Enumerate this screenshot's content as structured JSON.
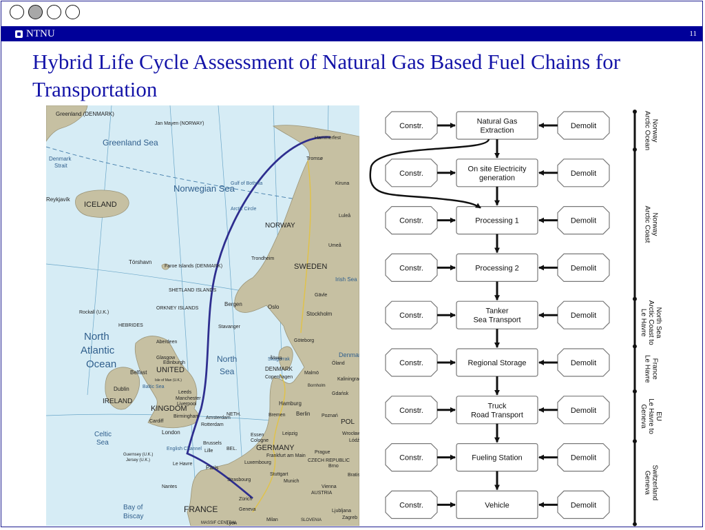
{
  "header": {
    "org": "NTNU",
    "page_number": "11",
    "title": "Hybrid Life Cycle Assessment of Natural Gas Based Fuel Chains for Transportation"
  },
  "nav": {
    "dots": 4,
    "active_dot": 1
  },
  "colors": {
    "brand": "#000099",
    "title": "#1414a8",
    "route": "#2e2e8f",
    "sea": "#d6ecf5",
    "land": "#c6c0a2"
  },
  "map": {
    "seas": [
      "Greenland Sea",
      "Norwegian Sea",
      "North Atlantic Ocean",
      "North Sea",
      "Celtic Sea",
      "Bay of Biscay",
      "Denmark Strait",
      "Baltic Sea",
      "Irish Sea",
      "Gulf of Bothnia"
    ],
    "places": [
      "Greenland (DENMARK)",
      "Jan Mayen (NORWAY)",
      "Reykjavík",
      "ICELAND",
      "Tórshavn",
      "Faroe Islands (DENMARK)",
      "SHETLAND ISLANDS",
      "ORKNEY ISLANDS",
      "HEBRIDES",
      "Rockall (U.K.)",
      "Hammerfest",
      "Tromsø",
      "Kiruna",
      "Luleå",
      "NORWAY",
      "Umeå",
      "Trondheim",
      "SWEDEN",
      "Gävle",
      "Bergen",
      "Oslo",
      "Stockholm",
      "Stavanger",
      "Göteborg",
      "Aberdeen",
      "Glasgow",
      "Edinburgh",
      "UNITED KINGDOM",
      "Belfast",
      "Dublin",
      "IRELAND",
      "Leeds",
      "Manchester",
      "Liverpool",
      "Birmingham",
      "Cardiff",
      "London",
      "DENMARK",
      "Copenhagen",
      "Malmö",
      "Hamburg",
      "Bremen",
      "Berlin",
      "Amsterdam",
      "Rotterdam",
      "Brussels",
      "Lille",
      "Essen",
      "Cologne",
      "Leipzig",
      "GERMANY",
      "Frankfurt am Main",
      "Prague",
      "Luxembourg",
      "Paris",
      "Le Havre",
      "Strasbourg",
      "Stuttgart",
      "Munich",
      "Vienna",
      "Nantes",
      "FRANCE",
      "Zürich",
      "Geneva",
      "Lyon",
      "Gdańsk",
      "Kaliningrad",
      "Poznań",
      "POLAND",
      "Wrocław",
      "Bornholm",
      "Öland",
      "Guernsey (U.K.)",
      "Jersey (U.K.)",
      "Isle of Man (U.K.)",
      "CZECH REPUBLIC",
      "AUSTRIA",
      "Brno",
      "Ljubljana",
      "Zagreb",
      "Milan",
      "SLOVENIA",
      "Arctic Circle",
      "English Channel",
      "Skagerrak",
      "Bratislava",
      "Lódź",
      "MASSIF CENTRAL",
      "BEL.",
      "NETH.",
      "Ålborg"
    ]
  },
  "diagram": {
    "rows": [
      {
        "left": "Constr.",
        "center": [
          "Natural Gas",
          "Extraction"
        ],
        "right": "Demolit"
      },
      {
        "left": "Constr.",
        "center": [
          "On site Electricity",
          "generation"
        ],
        "right": "Demolit"
      },
      {
        "left": "Constr.",
        "center": [
          "Processing 1"
        ],
        "right": "Demolit"
      },
      {
        "left": "Constr.",
        "center": [
          "Processing 2"
        ],
        "right": "Demolit"
      },
      {
        "left": "Constr.",
        "center": [
          "Tanker",
          "Sea Transport"
        ],
        "right": "Demolit"
      },
      {
        "left": "Constr.",
        "center": [
          "Regional Storage"
        ],
        "right": "Demolit"
      },
      {
        "left": "Constr.",
        "center": [
          "Truck",
          "Road Transport"
        ],
        "right": "Demolit"
      },
      {
        "left": "Constr.",
        "center": [
          "Fueling Station"
        ],
        "right": "Demolit"
      },
      {
        "left": "Constr.",
        "center": [
          "Vehicle"
        ],
        "right": "Demolit"
      }
    ],
    "locations": [
      {
        "lines": [
          "Norway",
          "Arctic Ocean"
        ],
        "from_row": 0,
        "to_row": 0.8
      },
      {
        "lines": [
          "Norway",
          "Arctic Coast"
        ],
        "from_row": 0.8,
        "to_row": 3.95
      },
      {
        "lines": [
          "North Sea",
          "Arctic Coast to",
          "Le Havre"
        ],
        "from_row": 3.95,
        "to_row": 4.95
      },
      {
        "lines": [
          "France",
          "Le Havre"
        ],
        "from_row": 4.95,
        "to_row": 5.9
      },
      {
        "lines": [
          "EU",
          "Le Havre to",
          "Geneva"
        ],
        "from_row": 5.9,
        "to_row": 6.95
      },
      {
        "lines": [
          "Switzerland",
          "Geneva"
        ],
        "from_row": 6.95,
        "to_row": 8.7
      }
    ]
  }
}
